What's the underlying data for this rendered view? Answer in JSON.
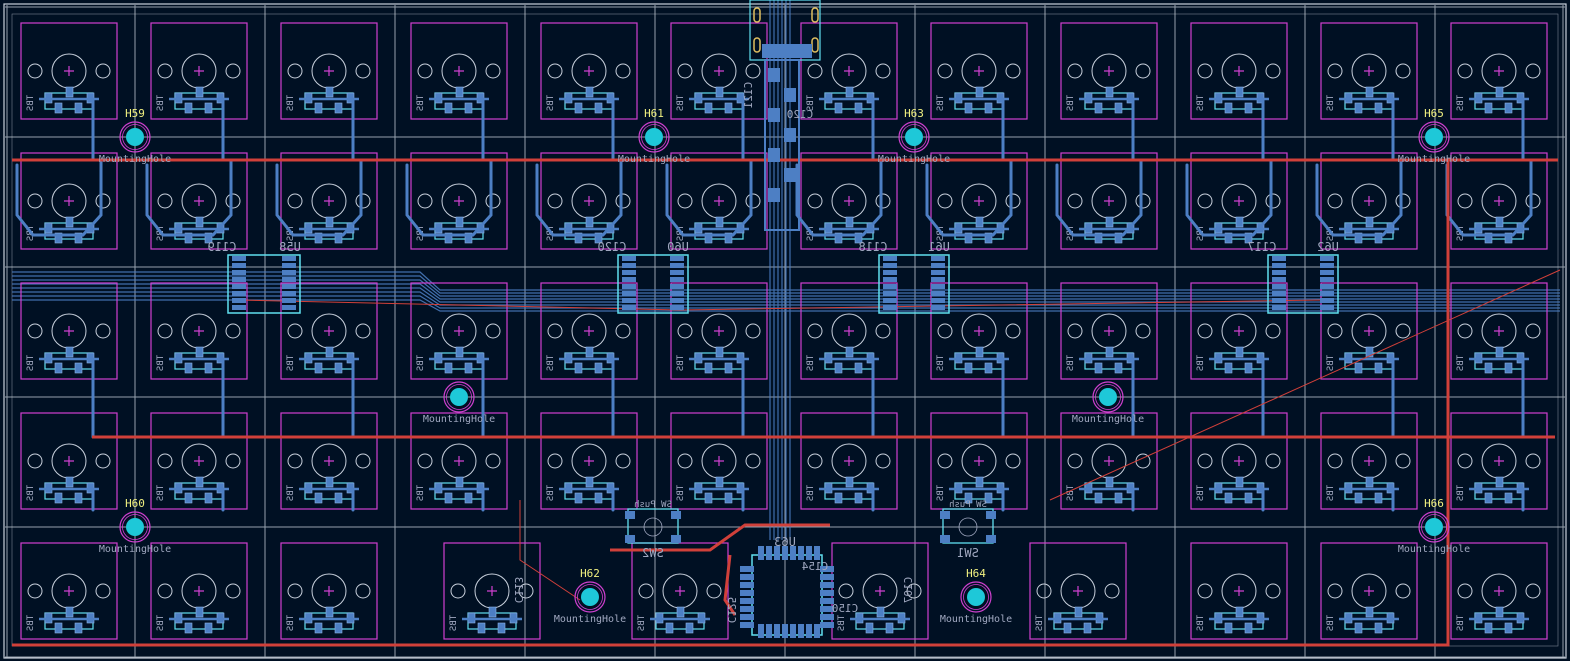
{
  "colors": {
    "background": "#001023",
    "edge_cuts": "#c8d0dc",
    "courtyard": "#d040d0",
    "front_copper": "#d0403a",
    "back_copper": "#4d7fc4",
    "pad": "#4d7fc4",
    "silkscreen": "#e0c8a0",
    "fab": "#a0a8c0",
    "mounting_hole": "#1ec8d8",
    "ref_label": "#f0f080"
  },
  "mounting_holes": [
    {
      "ref": "H59",
      "value": "MountingHole"
    },
    {
      "ref": "H61",
      "value": "MountingHole"
    },
    {
      "ref": "H63",
      "value": "MountingHole"
    },
    {
      "ref": "H65",
      "value": "MountingHole"
    },
    {
      "ref": "",
      "value": "MountingHole"
    },
    {
      "ref": "",
      "value": "MountingHole"
    },
    {
      "ref": "H60",
      "value": "MountingHole"
    },
    {
      "ref": "H62",
      "value": "MountingHole"
    },
    {
      "ref": "H64",
      "value": "MountingHole"
    },
    {
      "ref": "H66",
      "value": "MountingHole"
    }
  ],
  "ics": [
    {
      "ref": "U58",
      "cap": "C119"
    },
    {
      "ref": "U60",
      "cap": "C120"
    },
    {
      "ref": "U61",
      "cap": "C118"
    },
    {
      "ref": "U62",
      "cap": "C117"
    }
  ],
  "mcu": {
    "ref": "U63",
    "caps": [
      "C154",
      "C150",
      "C107",
      "C125",
      "C113"
    ]
  },
  "switches": [
    {
      "ref": "SW2",
      "value": "SW_Push"
    },
    {
      "ref": "SW1",
      "value": "SW_Push"
    }
  ],
  "usb": {
    "caps": [
      "C121",
      "C120"
    ]
  },
  "key_grid": {
    "columns": 12,
    "rows": 5,
    "bottom_row_keys": 10,
    "silk_value": "TBS"
  }
}
